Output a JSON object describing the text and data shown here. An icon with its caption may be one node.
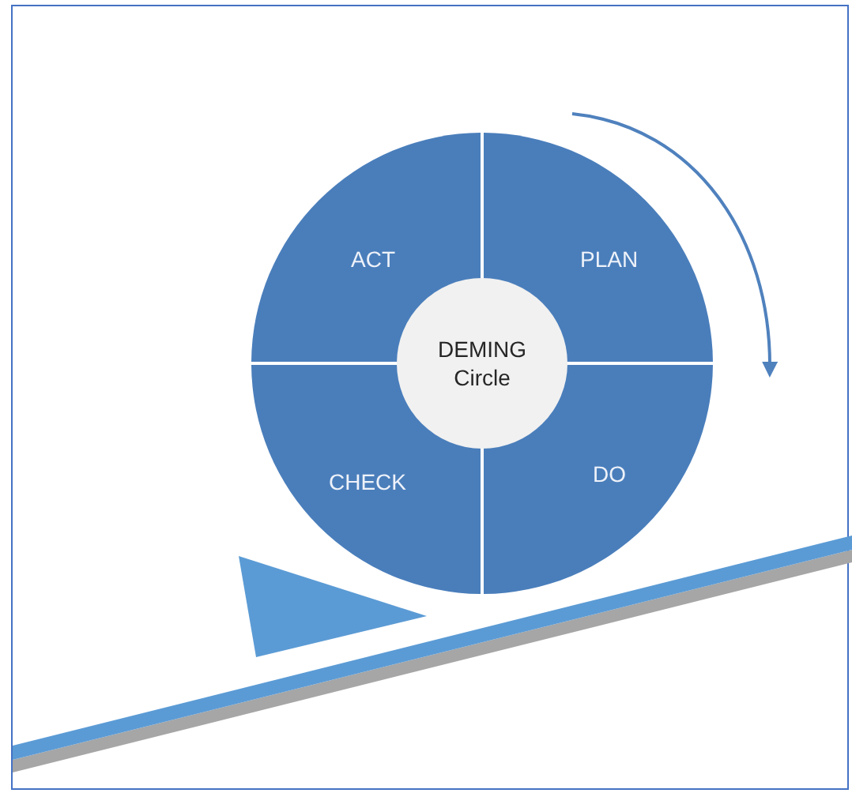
{
  "diagram": {
    "nodes": [
      {
        "text": [
          "ACT"
        ]
      },
      {
        "text": [
          "PLAN"
        ]
      },
      {
        "text": [
          "CHECK"
        ]
      },
      {
        "text": [
          "DO"
        ]
      },
      {
        "text": [
          "DEMING Circle"
        ]
      }
    ]
  }
}
